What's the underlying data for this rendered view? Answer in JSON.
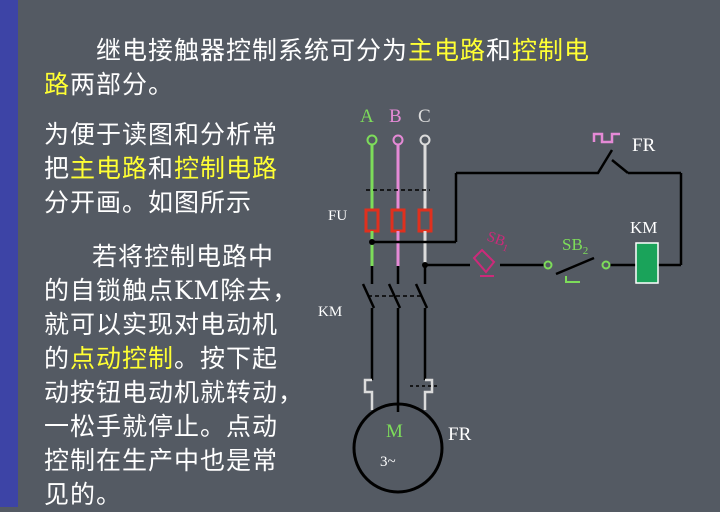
{
  "intro": {
    "line1_a": "继电接触器控制系统可分为",
    "line1_b": "主电路",
    "line1_c": "和",
    "line1_d": "控制电",
    "line2_a": "路",
    "line2_b": "两部分。"
  },
  "para1": {
    "line1": "为便于读图和分析常",
    "line2_a": "把",
    "line2_b": "主电路",
    "line2_c": "和",
    "line2_d": "控制电路",
    "line3": "分开画。如图所示"
  },
  "para2": {
    "line1": "若将控制电路中",
    "line2": "的自锁触点KM除去，",
    "line3": "就可以实现对电动机",
    "line4_a": "的",
    "line4_b": "点动控制",
    "line4_c": "。按下起",
    "line5": "动按钮电动机就转动，",
    "line6": "一松手就停止。点动",
    "line7": "控制在生产中也是常",
    "line8": "见的。"
  },
  "diagram": {
    "phase_a": "A",
    "phase_b": "B",
    "phase_c": "C",
    "fuse_label": "FU",
    "contactor_label": "KM",
    "motor_label": "M",
    "motor_sub": "3~",
    "fr_bottom_label": "FR",
    "fr_top_label": "FR",
    "coil_label": "KM",
    "sb1_label": "SB",
    "sb1_sub": "1",
    "sb2_label": "SB",
    "sb2_sub": "2"
  },
  "colors": {
    "background": "#545a63",
    "left_bar": "#3d44a6",
    "highlight": "#ffff33",
    "phase_a": "#7ddc5a",
    "phase_b": "#e58ad6",
    "phase_c": "#dcdcdc",
    "fuse": "#e0301e",
    "coil": "#1aa35a",
    "sb1": "#cc2a7a",
    "wire": "#000000"
  }
}
